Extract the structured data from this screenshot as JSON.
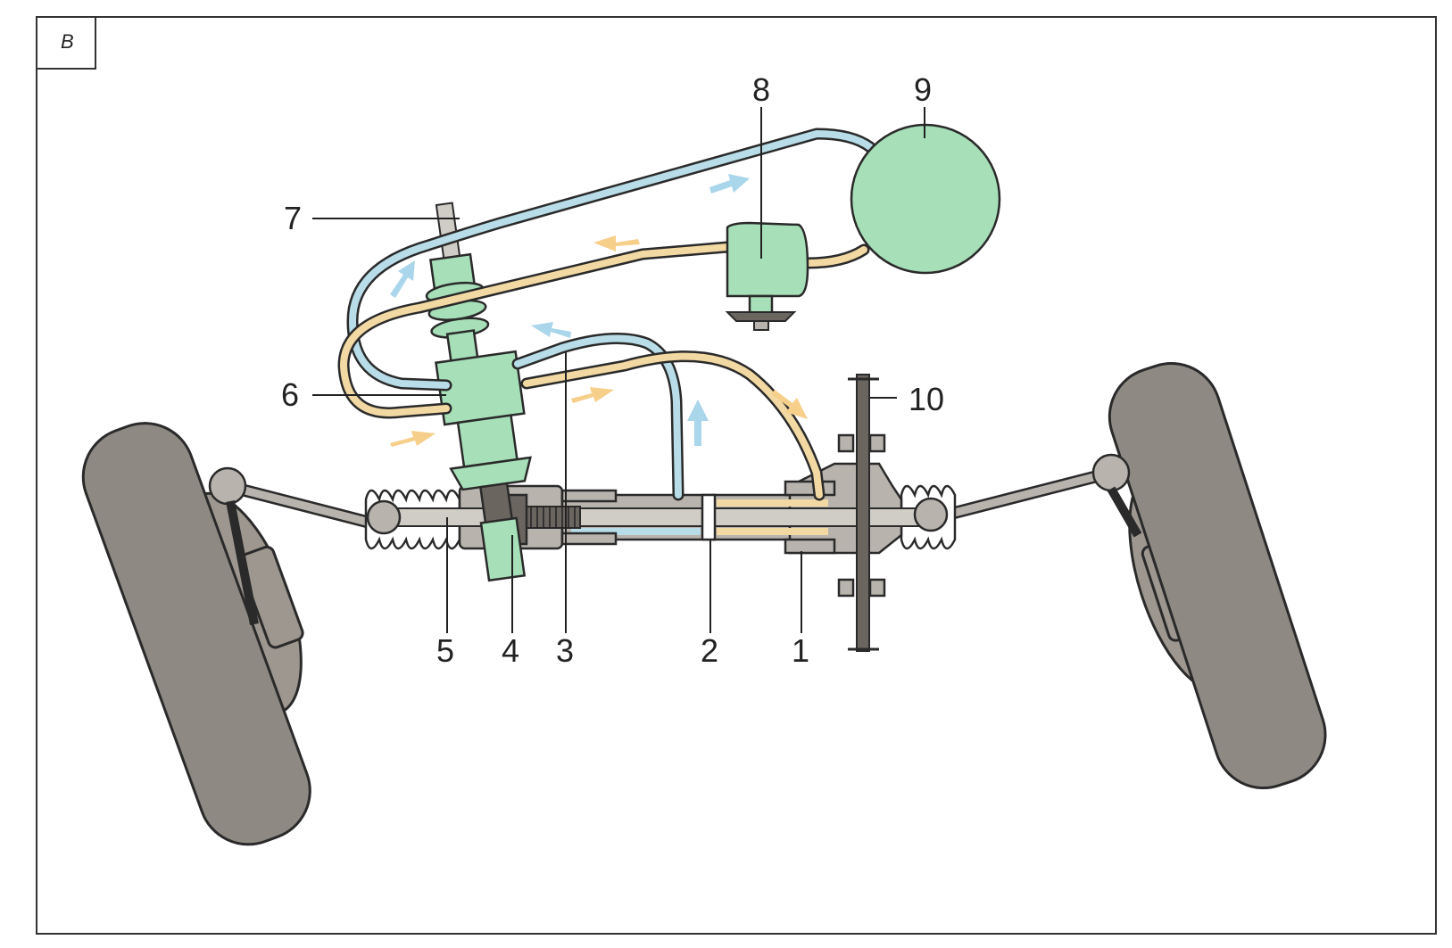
{
  "panel_letter": "B",
  "labels": {
    "l1": "1",
    "l2": "2",
    "l3": "3",
    "l4": "4",
    "l5": "5",
    "l6": "6",
    "l7": "7",
    "l8": "8",
    "l9": "9",
    "l10": "10"
  },
  "colors": {
    "return_line": "#b8dde8",
    "pressure_line": "#f2d9a3",
    "components": "#a6dfb8",
    "tire": "#8f8983"
  }
}
